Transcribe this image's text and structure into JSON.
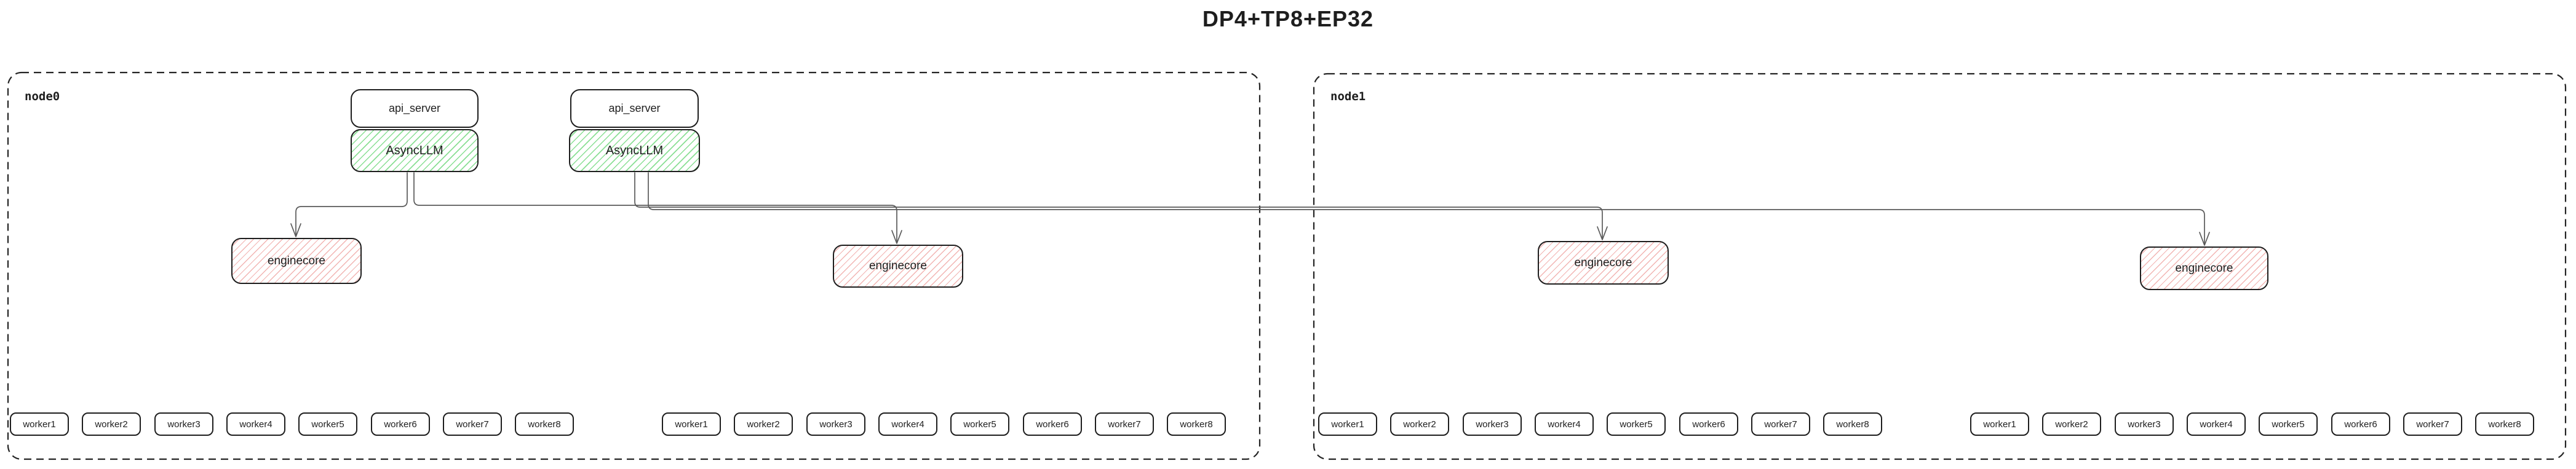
{
  "title": "DP4+TP8+EP32",
  "colors": {
    "outline": "#1e1e1e",
    "node_border": "#242424",
    "green_hatch": "#8adf94",
    "red_hatch": "#f2b4b2",
    "connector": "#5a5a5a"
  },
  "node0": {
    "label": "node0",
    "api_servers": [
      "api_server",
      "api_server"
    ],
    "asyncllms": [
      "AsyncLLM",
      "AsyncLLM"
    ],
    "enginecores": [
      "enginecore",
      "enginecore"
    ],
    "worker_groups": [
      [
        "worker1",
        "worker2",
        "worker3",
        "worker4",
        "worker5",
        "worker6",
        "worker7",
        "worker8"
      ],
      [
        "worker1",
        "worker2",
        "worker3",
        "worker4",
        "worker5",
        "worker6",
        "worker7",
        "worker8"
      ]
    ]
  },
  "node1": {
    "label": "node1",
    "enginecores": [
      "enginecore",
      "enginecore"
    ],
    "worker_groups": [
      [
        "worker1",
        "worker2",
        "worker3",
        "worker4",
        "worker5",
        "worker6",
        "worker7",
        "worker8"
      ],
      [
        "worker1",
        "worker2",
        "worker3",
        "worker4",
        "worker5",
        "worker6",
        "worker7",
        "worker8"
      ]
    ]
  }
}
